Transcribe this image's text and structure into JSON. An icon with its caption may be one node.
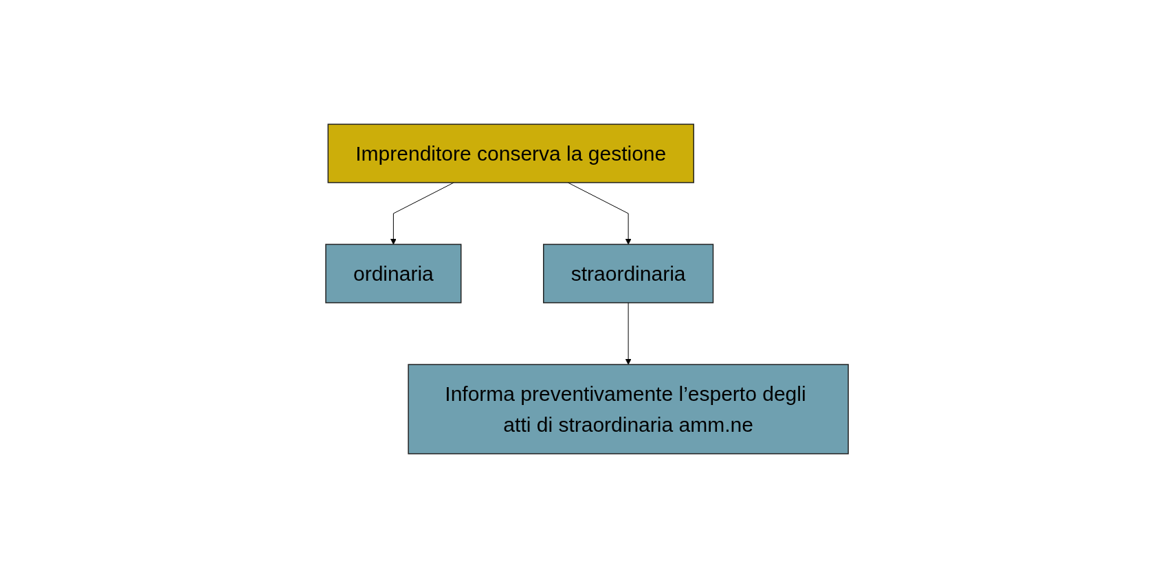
{
  "diagram": {
    "nodes": [
      {
        "text": [
          "Imprenditore conserva la gestione"
        ]
      },
      {
        "text": [
          "ordinaria"
        ]
      },
      {
        "text": [
          "straordinaria"
        ]
      },
      {
        "text": [
          "Informa preventivamente l’esperto degli atti di straordinaria amm.ne"
        ]
      }
    ],
    "edges": [
      {
        "from": 0,
        "to": 1,
        "arrow": "to"
      },
      {
        "from": 0,
        "to": 2,
        "arrow": "to"
      },
      {
        "from": 2,
        "to": 3,
        "arrow": "to"
      }
    ]
  }
}
